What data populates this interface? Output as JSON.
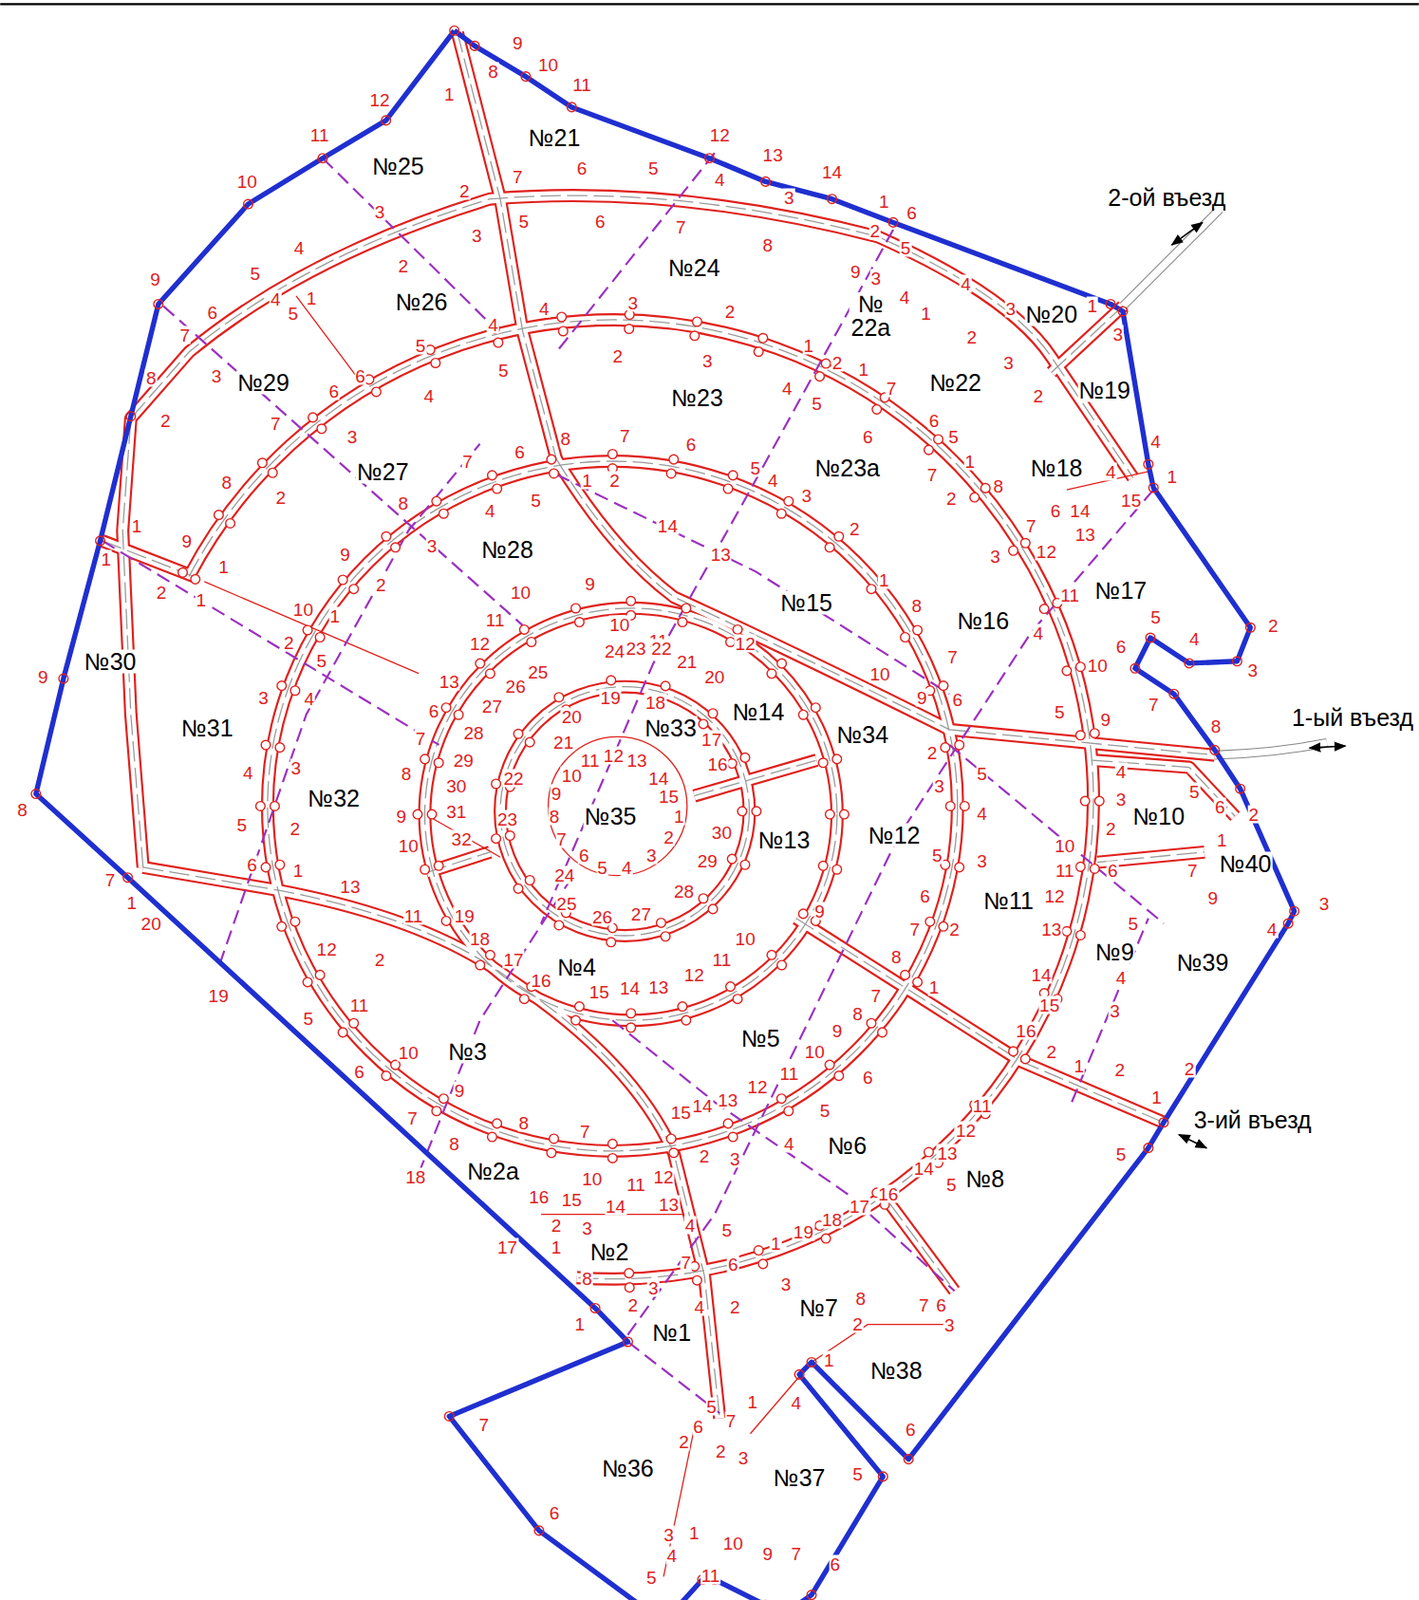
{
  "diagram": {
    "labels": [
      "№21",
      "№25",
      "№24",
      "№26",
      "№ 22а",
      "№23",
      "№20",
      "№19",
      "№22",
      "№29",
      "№27",
      "№23а",
      "№18",
      "№28",
      "№15",
      "№16",
      "№17",
      "№30",
      "№31",
      "№14",
      "№34",
      "№33",
      "№35",
      "№13",
      "№12",
      "№11",
      "№10",
      "№40",
      "№32",
      "№9",
      "№39",
      "№4",
      "№5",
      "№3",
      "№6",
      "№8",
      "№2а",
      "№2",
      "№7",
      "№1",
      "№38",
      "№36",
      "№37",
      "2-ой въезд",
      "1-ый въезд",
      "3-ий въезд",
      "1",
      "8",
      "9",
      "10",
      "11",
      "12",
      "11",
      "10",
      "9",
      "12",
      "13",
      "14",
      "1",
      "6",
      "1",
      "9",
      "8",
      "7",
      "1",
      "20",
      "19",
      "18",
      "17",
      "1",
      "7",
      "6",
      "5",
      "4",
      "3",
      "1",
      "11",
      "10",
      "9",
      "7",
      "6",
      "5",
      "4",
      "1",
      "6",
      "3",
      "4",
      "1",
      "5",
      "2",
      "3",
      "4",
      "5",
      "6",
      "7",
      "8",
      "1",
      "3",
      "4",
      "1",
      "15",
      "2",
      "7",
      "6",
      "5",
      "4",
      "3",
      "3",
      "5",
      "6",
      "7",
      "8",
      "2",
      "5",
      "9",
      "3",
      "4",
      "4",
      "1",
      "2",
      "3",
      "3",
      "2",
      "3",
      "2",
      "4",
      "5",
      "4",
      "5",
      "1",
      "6",
      "7",
      "3",
      "8",
      "2",
      "1",
      "9",
      "1",
      "2",
      "1",
      "4",
      "4",
      "5",
      "3",
      "2",
      "2",
      "3",
      "1",
      "2",
      "1",
      "7",
      "4",
      "5",
      "6",
      "5",
      "4",
      "6",
      "6",
      "7",
      "3",
      "8",
      "2",
      "6",
      "5",
      "1",
      "7",
      "2",
      "8",
      "7",
      "12",
      "3",
      "6",
      "14",
      "13",
      "4",
      "11",
      "4",
      "10",
      "5",
      "9",
      "4",
      "3",
      "10",
      "2",
      "11",
      "12",
      "6",
      "13",
      "5",
      "14",
      "4",
      "15",
      "3",
      "16",
      "2",
      "1",
      "2",
      "11",
      "12",
      "13",
      "5",
      "14",
      "16",
      "17",
      "18",
      "19",
      "1",
      "8",
      "6",
      "5",
      "1",
      "2",
      "7",
      "6",
      "5",
      "4",
      "3",
      "2",
      "7",
      "4",
      "8",
      "3",
      "9",
      "2",
      "10",
      "1",
      "2",
      "5",
      "3",
      "4",
      "4",
      "3",
      "5",
      "2",
      "6",
      "1",
      "13",
      "12",
      "2",
      "5",
      "11",
      "10",
      "6",
      "7",
      "9",
      "8",
      "8",
      "7",
      "10",
      "11",
      "12",
      "15",
      "14",
      "13",
      "12",
      "11",
      "10",
      "9",
      "8",
      "7",
      "6",
      "5",
      "4",
      "3",
      "2",
      "1",
      "8",
      "7",
      "10",
      "9",
      "6",
      "2",
      "3",
      "4",
      "5",
      "5",
      "3",
      "6",
      "7",
      "2",
      "1",
      "8",
      "9",
      "9",
      "10",
      "10",
      "11",
      "11",
      "12",
      "13",
      "6",
      "7",
      "8",
      "9",
      "10",
      "11",
      "19",
      "18",
      "17",
      "16",
      "15",
      "14",
      "13",
      "12",
      "11",
      "10",
      "24",
      "23",
      "22",
      "21",
      "20",
      "26",
      "25",
      "27",
      "28",
      "29",
      "30",
      "31",
      "32",
      "20",
      "21",
      "22",
      "23",
      "24",
      "25",
      "26",
      "27",
      "28",
      "29",
      "30",
      "19",
      "18",
      "17",
      "16",
      "12",
      "14",
      "13",
      "10",
      "11",
      "12",
      "13",
      "14",
      "15",
      "1",
      "2",
      "3",
      "4",
      "5",
      "6",
      "7",
      "8",
      "9",
      "16",
      "15",
      "14",
      "13",
      "2",
      "3",
      "4",
      "5",
      "1",
      "8",
      "7",
      "6",
      "3",
      "2",
      "4",
      "2",
      "3",
      "8",
      "2",
      "7",
      "6",
      "3",
      "5",
      "6",
      "7",
      "1",
      "2",
      "2",
      "3",
      "5",
      "6",
      "2",
      "7",
      "9",
      "2",
      "1"
    ]
  }
}
